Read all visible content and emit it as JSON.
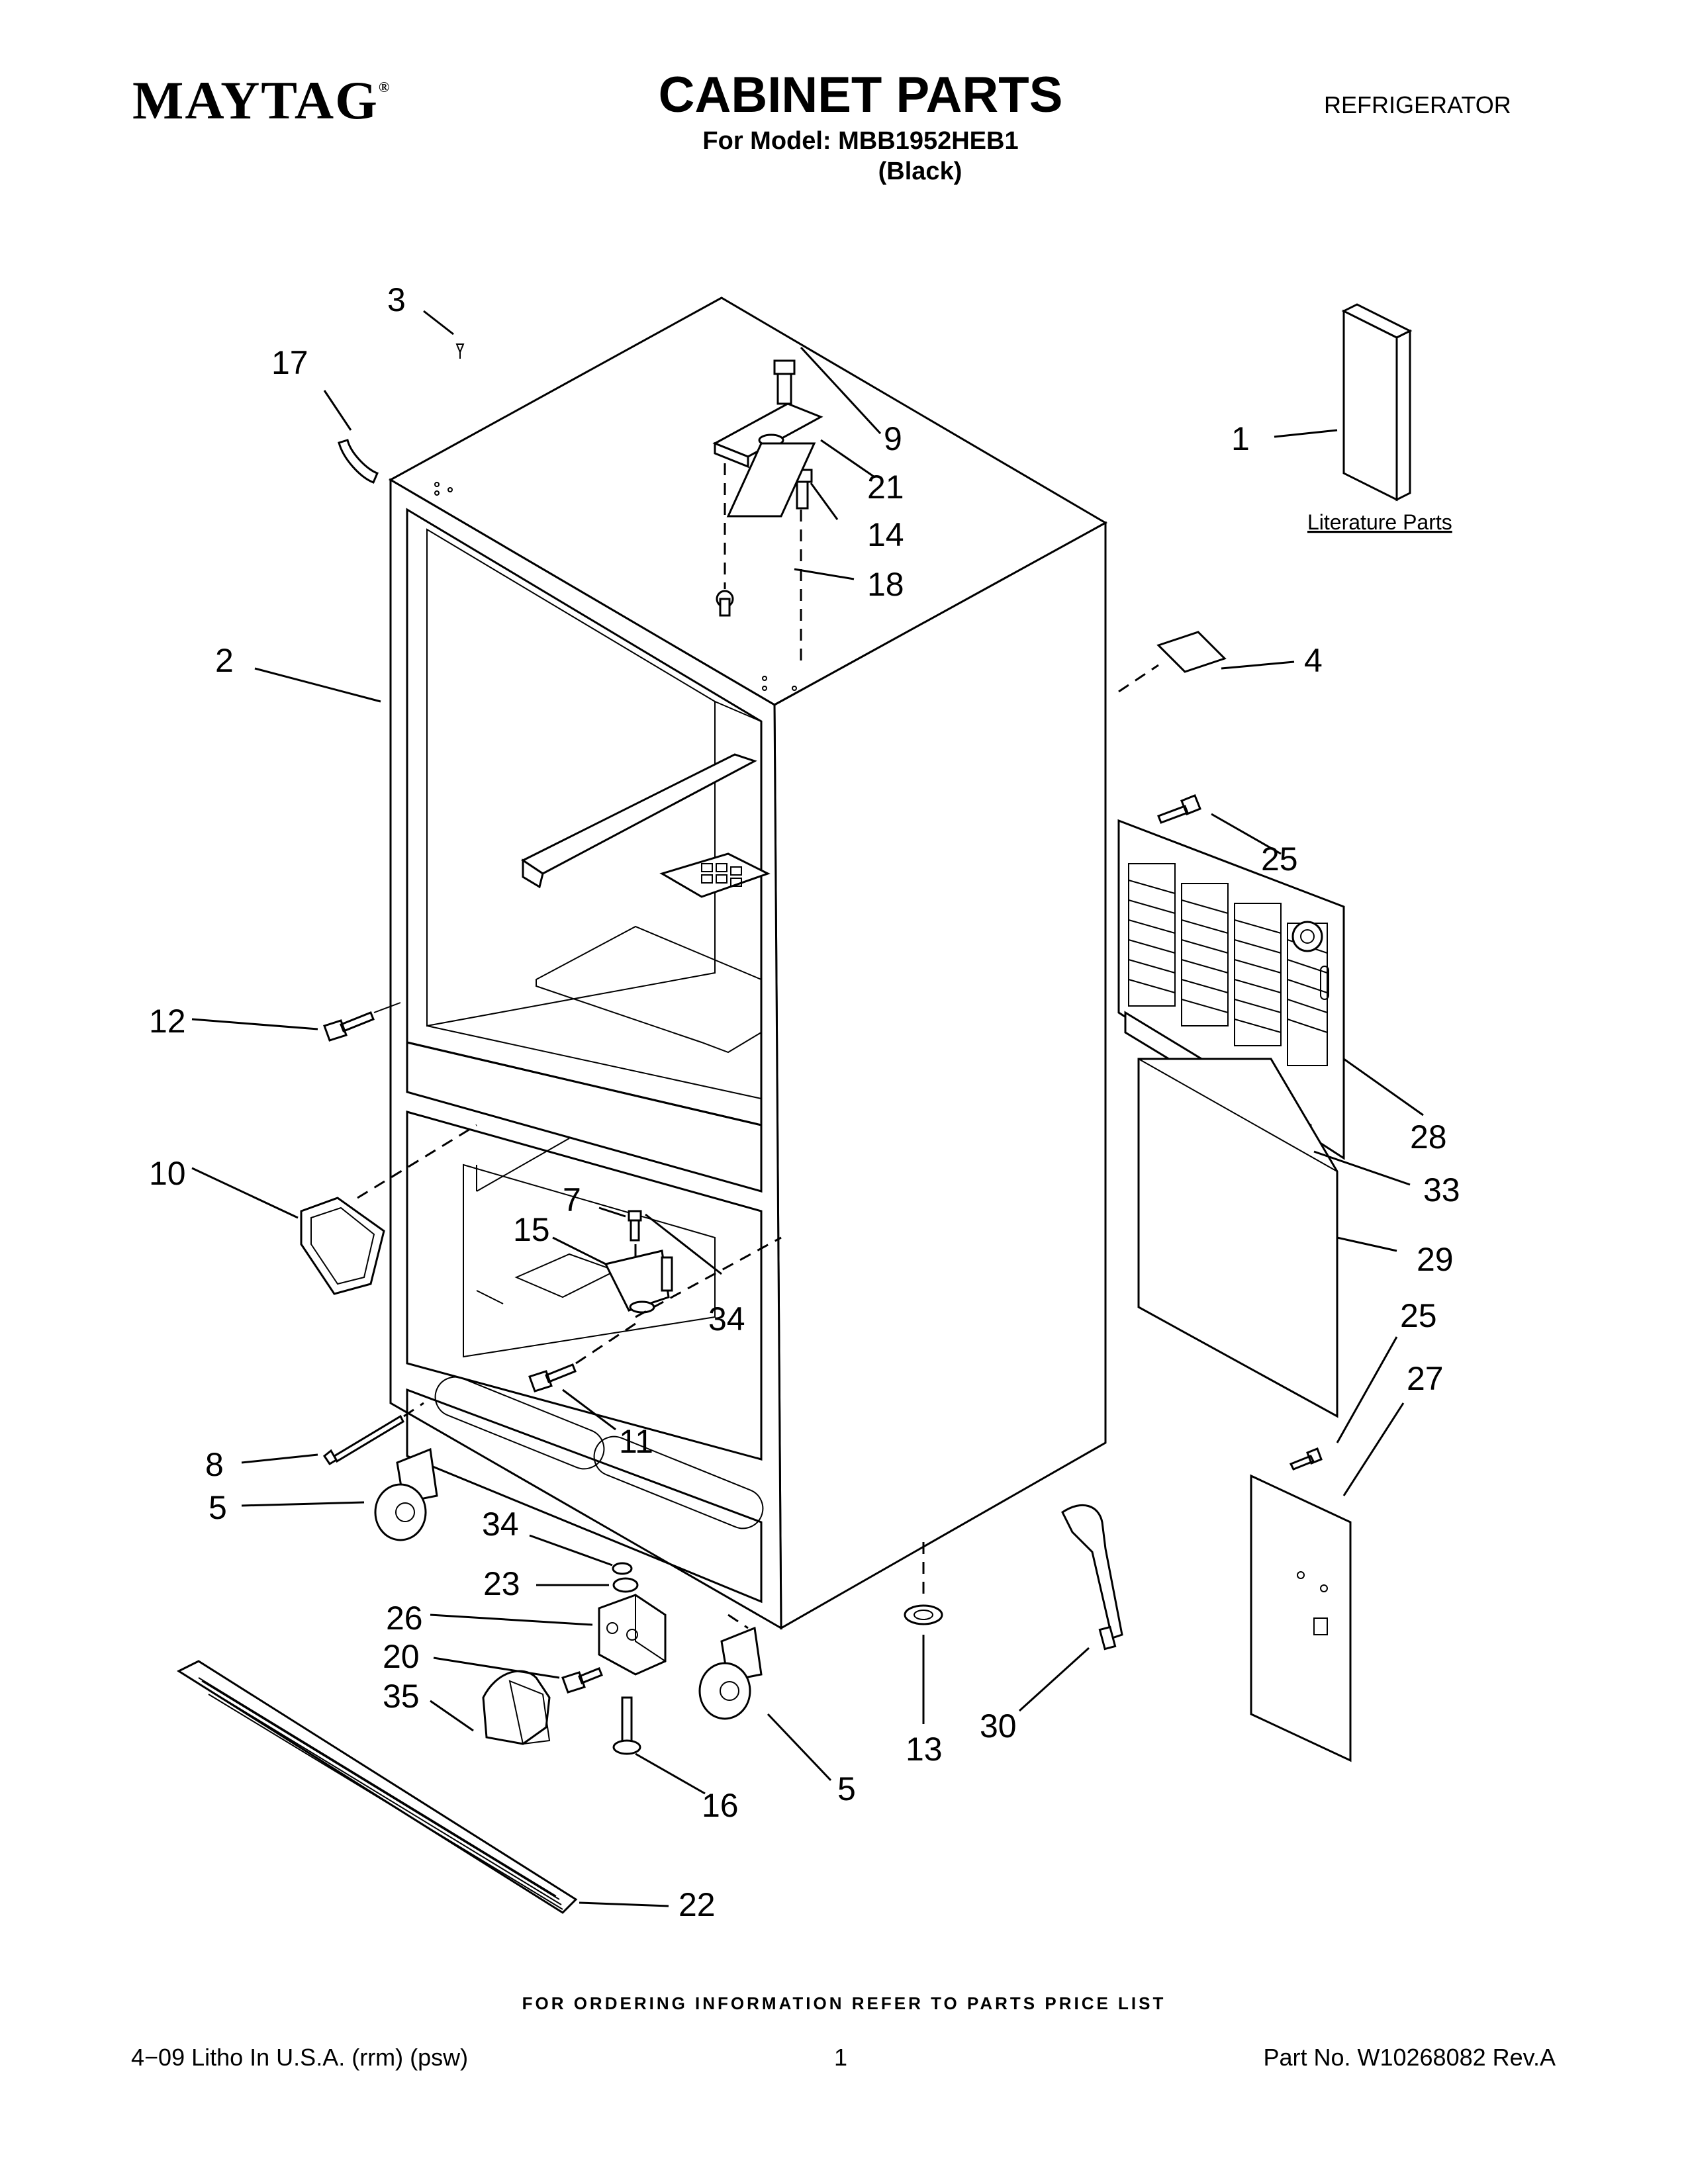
{
  "header": {
    "brand": "MAYTAG",
    "brand_mark": "®",
    "title": "CABINET PARTS",
    "model_line": "For Model: MBB1952HEB1",
    "color_line": "(Black)",
    "category": "REFRIGERATOR"
  },
  "literature_label": "Literature Parts",
  "callouts": [
    {
      "id": "c3",
      "label": "3"
    },
    {
      "id": "c17",
      "label": "17"
    },
    {
      "id": "c9",
      "label": "9"
    },
    {
      "id": "c21",
      "label": "21"
    },
    {
      "id": "c14",
      "label": "14"
    },
    {
      "id": "c18",
      "label": "18"
    },
    {
      "id": "c1",
      "label": "1"
    },
    {
      "id": "c2",
      "label": "2"
    },
    {
      "id": "c4",
      "label": "4"
    },
    {
      "id": "c25a",
      "label": "25"
    },
    {
      "id": "c12",
      "label": "12"
    },
    {
      "id": "c28",
      "label": "28"
    },
    {
      "id": "c10",
      "label": "10"
    },
    {
      "id": "c33",
      "label": "33"
    },
    {
      "id": "c7",
      "label": "7"
    },
    {
      "id": "c15",
      "label": "15"
    },
    {
      "id": "c29",
      "label": "29"
    },
    {
      "id": "c34a",
      "label": "34"
    },
    {
      "id": "c25b",
      "label": "25"
    },
    {
      "id": "c27",
      "label": "27"
    },
    {
      "id": "c11",
      "label": "11"
    },
    {
      "id": "c8",
      "label": "8"
    },
    {
      "id": "c5a",
      "label": "5"
    },
    {
      "id": "c34b",
      "label": "34"
    },
    {
      "id": "c23",
      "label": "23"
    },
    {
      "id": "c26",
      "label": "26"
    },
    {
      "id": "c20",
      "label": "20"
    },
    {
      "id": "c35",
      "label": "35"
    },
    {
      "id": "c13",
      "label": "13"
    },
    {
      "id": "c30",
      "label": "30"
    },
    {
      "id": "c16",
      "label": "16"
    },
    {
      "id": "c5b",
      "label": "5"
    },
    {
      "id": "c22",
      "label": "22"
    }
  ],
  "footer": {
    "ordering_note": "FOR ORDERING INFORMATION REFER TO PARTS PRICE LIST",
    "litho": "4−09 Litho In U.S.A. (rrm) (psw)",
    "page": "1",
    "part_number": "Part No. W10268082 Rev.A"
  }
}
